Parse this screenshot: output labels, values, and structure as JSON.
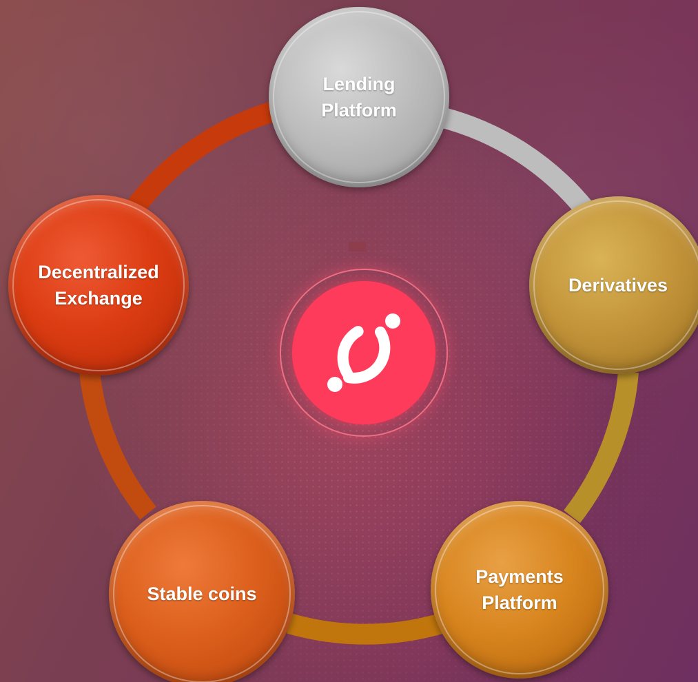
{
  "diagram": {
    "center_logo": {
      "icon": "icx-logo-icon",
      "color": "#ff3b5c"
    },
    "nodes": [
      {
        "id": "lending",
        "label": "Lending\nPlatform",
        "color": "#b8b8b8"
      },
      {
        "id": "derivatives",
        "label": "Derivatives",
        "color": "#c4953a"
      },
      {
        "id": "payments",
        "label": "Payments\nPlatform",
        "color": "#d8851e"
      },
      {
        "id": "stable",
        "label": "Stable coins",
        "color": "#dc5f1c"
      },
      {
        "id": "dex",
        "label": "Decentralized\nExchange",
        "color": "#dc3c12"
      }
    ]
  }
}
